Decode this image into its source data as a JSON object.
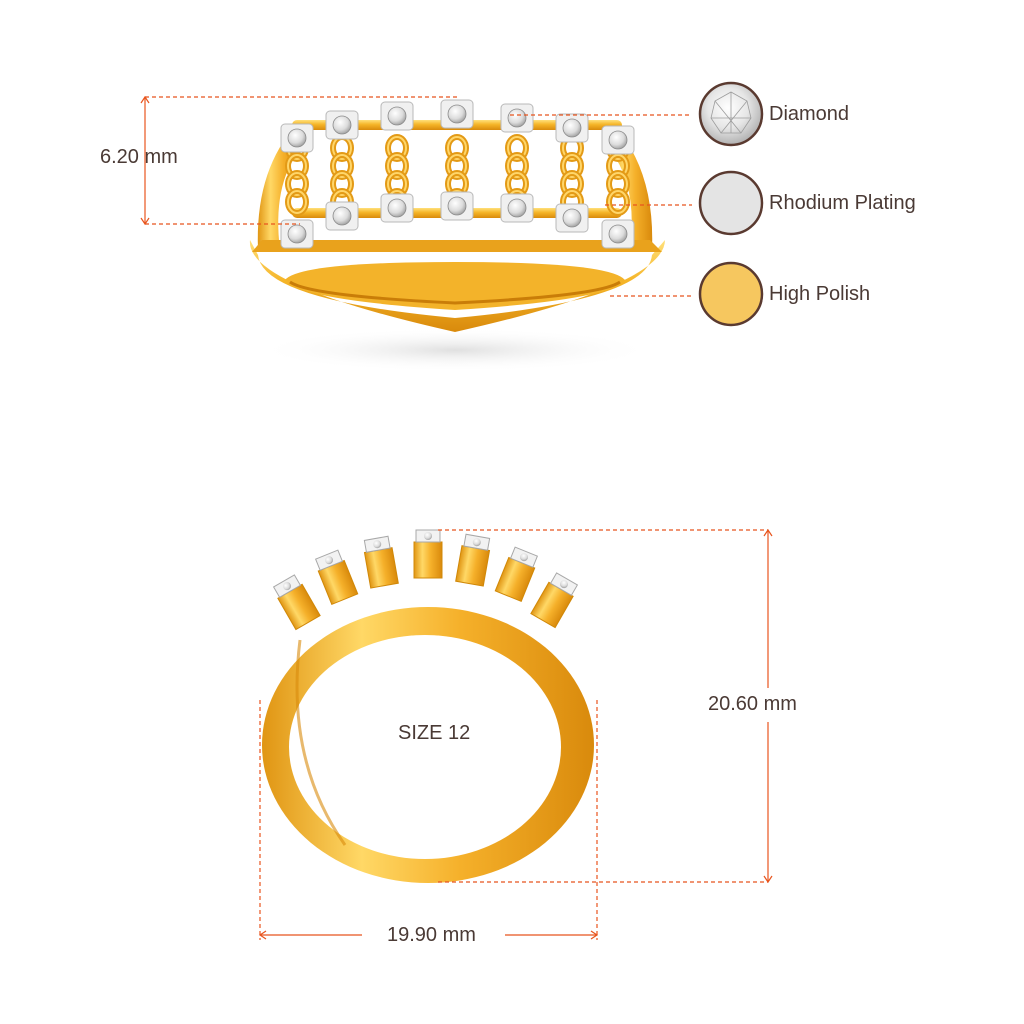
{
  "dimensions": {
    "height": "6.20 mm",
    "outer_height": "20.60 mm",
    "width": "19.90 mm"
  },
  "size_label": "SIZE 12",
  "legend": [
    {
      "label": "Diamond",
      "icon": "diamond-swatch",
      "color": "#e8e8e8"
    },
    {
      "label": "Rhodium Plating",
      "icon": "rhodium-swatch",
      "color": "#e4e4e4"
    },
    {
      "label": "High Polish",
      "icon": "gold-swatch",
      "color": "#f6c75f"
    }
  ],
  "colors": {
    "gold": "#f3b32a",
    "gold_dark": "#d9900f",
    "gold_light": "#ffd86a",
    "accent_line": "#e8551e",
    "swatch_border": "#5a3a30",
    "text": "#4a3a35"
  }
}
